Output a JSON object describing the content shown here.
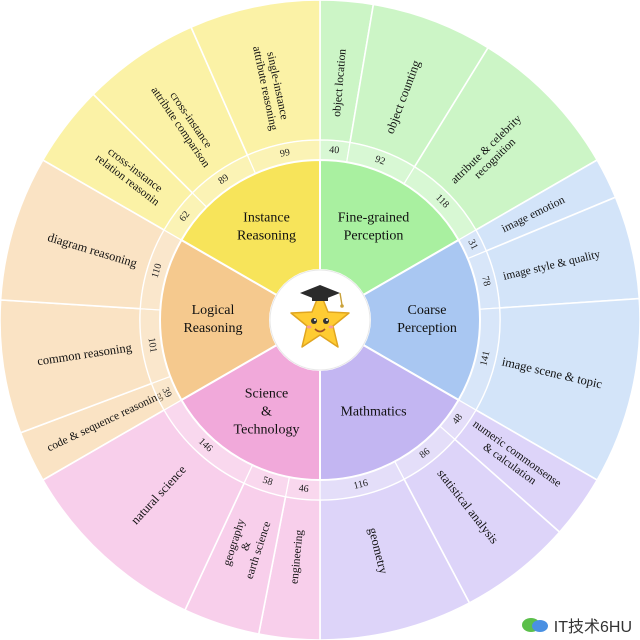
{
  "diagram": {
    "categories": [
      {
        "name": "Fine-grained\nPerception",
        "color": "#a9f0a0",
        "outer": "#ccf5c6",
        "subs": [
          {
            "label": "object location",
            "count": "40"
          },
          {
            "label": "object counting",
            "count": "92"
          },
          {
            "label": "attribute & celebrity\nrecognition",
            "count": "118"
          }
        ]
      },
      {
        "name": "Coarse\nPerception",
        "color": "#a9c7f2",
        "outer": "#d3e4f9",
        "subs": [
          {
            "label": "image emotion",
            "count": "31"
          },
          {
            "label": "image style & quality",
            "count": "78"
          },
          {
            "label": "image scene & topic",
            "count": "141"
          }
        ]
      },
      {
        "name": "Mathmatics",
        "color": "#c3b6f2",
        "outer": "#ddd4f9",
        "subs": [
          {
            "label": "numeric commonsense\n& calculation",
            "count": "48"
          },
          {
            "label": "statistical analysis",
            "count": "86"
          },
          {
            "label": "geometry",
            "count": "116"
          }
        ]
      },
      {
        "name": "Science\n&\nTechnology",
        "color": "#f1a9da",
        "outer": "#f8cfeb",
        "subs": [
          {
            "label": "engineering",
            "count": "46"
          },
          {
            "label": "geography\n&\nearth science",
            "count": "58"
          },
          {
            "label": "natural science",
            "count": "146"
          }
        ]
      },
      {
        "name": "Logical\nReasoning",
        "color": "#f5c98e",
        "outer": "#fae3c4",
        "subs": [
          {
            "label": "code & sequence reasoning",
            "count": "39"
          },
          {
            "label": "common reasoning",
            "count": "101"
          },
          {
            "label": "diagram reasoning",
            "count": "110"
          }
        ]
      },
      {
        "name": "Instance\nReasoning",
        "color": "#f7e45a",
        "outer": "#fbf2a6",
        "subs": [
          {
            "label": "cross-instance\nrelation reasonin",
            "count": "62"
          },
          {
            "label": "cross-instance\nattribute comparison",
            "count": "89"
          },
          {
            "label": "single-instance\nattribute reasoning",
            "count": "99"
          }
        ]
      }
    ]
  },
  "center_icon": "smiling-star-with-graduation-cap-icon",
  "watermark": {
    "text": "IT技术6HU",
    "icon": "wechat-logo-icon"
  }
}
